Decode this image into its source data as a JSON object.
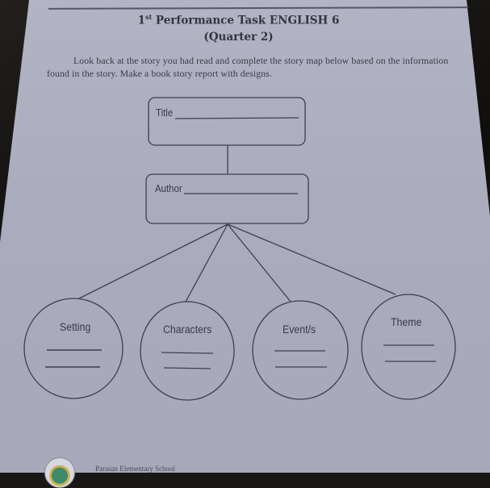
{
  "document": {
    "heading": {
      "ordinal": "1",
      "ordinal_suffix": "st",
      "title_rest": " Performance Task ENGLISH 6",
      "subtitle": "(Quarter 2)"
    },
    "instructions": "Look back at the story you had read and complete the story map below based on the information found in the story. Make a book story report with designs.",
    "story_map": {
      "title_box": {
        "label": "Title",
        "value": ""
      },
      "author_box": {
        "label": "Author",
        "value": ""
      },
      "elements": [
        {
          "label": "Setting",
          "lines": [
            "",
            ""
          ]
        },
        {
          "label": "Characters",
          "lines": [
            "",
            ""
          ]
        },
        {
          "label": "Event/s",
          "lines": [
            "",
            ""
          ]
        },
        {
          "label": "Theme",
          "lines": [
            "",
            ""
          ]
        }
      ]
    },
    "footer": {
      "school_name": "Parasan Elementary School",
      "logo": "school-seal-logo"
    }
  },
  "colors": {
    "paper": "#aaacbd",
    "ink": "#3a3a46",
    "background": "#1a1816"
  }
}
